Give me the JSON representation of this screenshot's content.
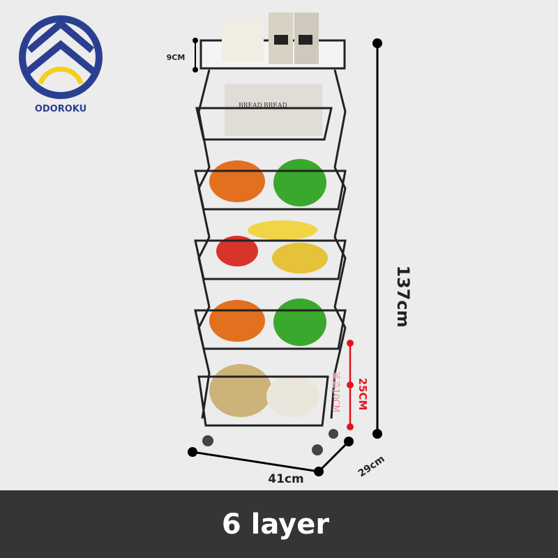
{
  "brand": {
    "name": "ODOROKU",
    "colors": {
      "primary": "#2b3f91",
      "accent": "#f5cf1c"
    }
  },
  "dimensions": {
    "height": "137cm",
    "width": "41cm",
    "depth": "29cm",
    "top_basket_height": "9CM",
    "layer_spacing": "25CM",
    "basket_height": "篮高10CM",
    "highlight_color": "#e3141b"
  },
  "product_labels": [
    "BREAD",
    "BREAD"
  ],
  "caption": "6 layer"
}
